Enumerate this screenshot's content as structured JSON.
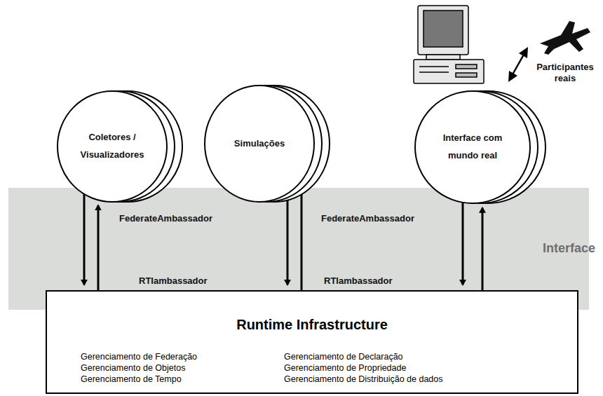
{
  "diagram": {
    "nodes": [
      {
        "text": [
          "Coletores / Visualizadores"
        ]
      },
      {
        "text": [
          "Simulações"
        ]
      },
      {
        "text": [
          "Interface com mundo real"
        ]
      },
      {
        "text": [
          "Runtime Infrastructure",
          "Gerenciamento de Federação",
          "Gerenciamento de Declaração",
          "Gerenciamento de Objetos",
          "Gerenciamento de Propriedade",
          "Gerenciamento de Tempo",
          "Gerenciamento de Distribuição de dados"
        ]
      }
    ],
    "edges": [
      {
        "from": 0,
        "to": 3,
        "arrow": "to"
      },
      {
        "from": 3,
        "to": 0,
        "arrow": "to"
      },
      {
        "from": 1,
        "to": 3,
        "arrow": "to"
      },
      {
        "from": 3,
        "to": 1,
        "arrow": "to"
      },
      {
        "from": 2,
        "to": 3,
        "arrow": "to"
      },
      {
        "from": 3,
        "to": 2,
        "arrow": "to"
      }
    ],
    "labels": [
      "FederateAmbassador",
      "FederateAmbassador",
      "RTIambassador",
      "RTIambassador",
      "Interface",
      "Participantes reais"
    ]
  }
}
